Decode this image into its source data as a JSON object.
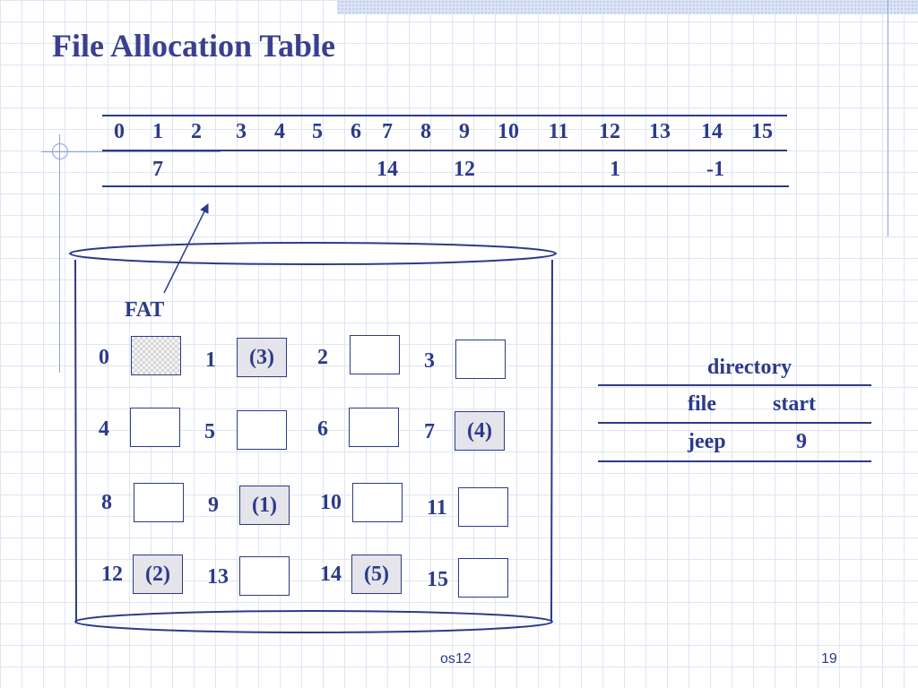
{
  "slide": {
    "title": "File Allocation Table",
    "footer_left": "os12",
    "page_number": "19"
  },
  "fat_table": {
    "indices": [
      "0",
      "1",
      "2",
      "3",
      "4",
      "5",
      "6",
      "7",
      "8",
      "9",
      "10",
      "11",
      "12",
      "13",
      "14",
      "15"
    ],
    "entries": [
      {
        "index": "1",
        "value": "7"
      },
      {
        "index": "7",
        "value": "14"
      },
      {
        "index": "9",
        "value": "12"
      },
      {
        "index": "12",
        "value": "1"
      },
      {
        "index": "14",
        "value": "-1"
      }
    ]
  },
  "disk": {
    "fat_label": "FAT",
    "blocks": [
      {
        "number": "0",
        "content": "",
        "state": "fat"
      },
      {
        "number": "1",
        "content": "(3)",
        "state": "used"
      },
      {
        "number": "2",
        "content": "",
        "state": "free"
      },
      {
        "number": "3",
        "content": "",
        "state": "free"
      },
      {
        "number": "4",
        "content": "",
        "state": "free"
      },
      {
        "number": "5",
        "content": "",
        "state": "free"
      },
      {
        "number": "6",
        "content": "",
        "state": "free"
      },
      {
        "number": "7",
        "content": "(4)",
        "state": "used"
      },
      {
        "number": "8",
        "content": "",
        "state": "free"
      },
      {
        "number": "9",
        "content": "(1)",
        "state": "used"
      },
      {
        "number": "10",
        "content": "",
        "state": "free"
      },
      {
        "number": "11",
        "content": "",
        "state": "free"
      },
      {
        "number": "12",
        "content": "(2)",
        "state": "used"
      },
      {
        "number": "13",
        "content": "",
        "state": "free"
      },
      {
        "number": "14",
        "content": "(5)",
        "state": "used"
      },
      {
        "number": "15",
        "content": "",
        "state": "free"
      }
    ]
  },
  "directory": {
    "title": "directory",
    "headers": [
      "file",
      "start"
    ],
    "rows": [
      {
        "file": "jeep",
        "start": "9"
      }
    ]
  }
}
